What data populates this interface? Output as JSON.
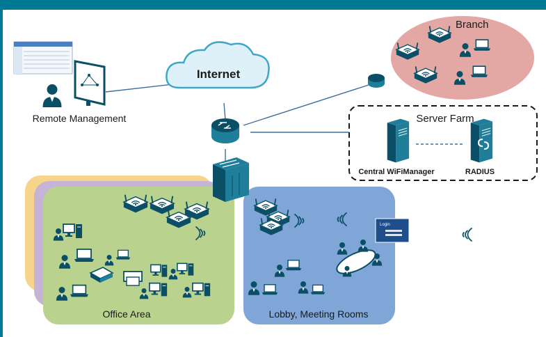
{
  "labels": {
    "internet": "Internet",
    "branch": "Branch",
    "remote_management": "Remote Management",
    "server_farm": "Server Farm",
    "wifi_manager": "Central WiFiManager",
    "radius": "RADIUS",
    "office_area": "Office Area",
    "lobby": "Lobby, Meeting Rooms",
    "login": "Login"
  },
  "colors": {
    "accent_bar": "#007a94",
    "device_dark": "#0b4f66",
    "device_mid": "#1f7f9a",
    "office_zone": "#b9d38e",
    "office_back_1": "#c6b4d6",
    "office_back_2": "#f6d58a",
    "lobby_zone": "#7fa6d6",
    "branch_zone": "#e3a7a4"
  },
  "icons": [
    "access-point-icon",
    "router-icon",
    "switch-icon",
    "server-icon",
    "user-icon",
    "laptop-icon",
    "monitor-icon",
    "desktop-pc-icon",
    "phone-icon",
    "printer-icon",
    "cloud-icon",
    "wifi-signal-icon"
  ]
}
